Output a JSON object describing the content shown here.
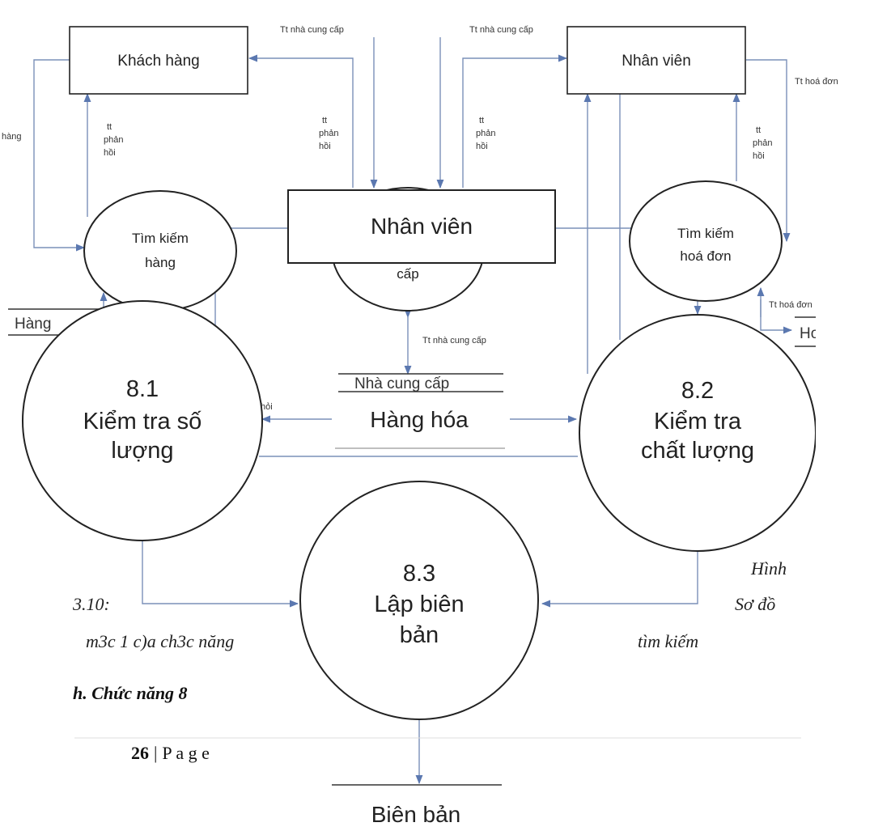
{
  "entities": {
    "khach_hang": "Khách hàng",
    "nhan_vien_top": "Nhân viên",
    "nhan_vien_mid": "Nhân viên"
  },
  "small_processes": {
    "tim_kiem_hang": [
      "Tìm kiếm",
      "hàng"
    ],
    "cung_cap_partial": "cấp",
    "tim_kiem_hoa_don": [
      "Tìm kiếm",
      "hoá đơn"
    ]
  },
  "processes": {
    "p81": {
      "number": "8.1",
      "lines": [
        "Kiểm tra số",
        "lượng"
      ]
    },
    "p82": {
      "number": "8.2",
      "lines": [
        "Kiểm tra",
        "chất lượng"
      ]
    },
    "p83": {
      "number": "8.3",
      "lines": [
        "Lập biên",
        "bản"
      ]
    }
  },
  "stores": {
    "hang": "Hàng",
    "hoa_don": "Hoá đơn",
    "nha_cung_cap": "Nhà cung cấp",
    "hang_hoa": "Hàng hóa",
    "bien_ban": "Biên bản"
  },
  "flow_labels": {
    "tt_ncc_left": "Tt nhà cung cấp",
    "tt_ncc_right": "Tt nhà cung cấp",
    "tt_ncc_store": "Tt nhà cung cấp",
    "tt_hoa_don_top": "Tt hoá đơn",
    "tt_hoa_don_store": "Tt hoá đơn",
    "hang_clip": "hàng",
    "hoi_clip": "hỏi",
    "tt_phan_hoi": [
      "tt",
      "phản",
      "hồi"
    ]
  },
  "document_text": {
    "hinh": "Hình",
    "so_do": "Sơ đồ",
    "tim_kiem": "tìm kiếm",
    "fig_num": "3.10:",
    "muc": "m3c 1 c)a ch3c năng",
    "heading": "h. Chức năng 8",
    "page_num": "26",
    "page_sep": "|",
    "page_word": "P a g e"
  },
  "colors": {
    "flow": "#7a90b8",
    "outline": "#222222"
  }
}
